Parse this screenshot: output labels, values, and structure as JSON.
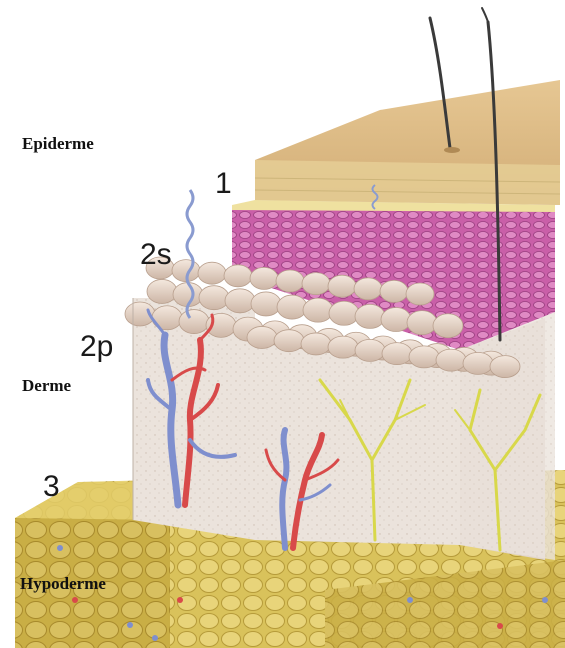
{
  "figure": {
    "subject": "skin-cross-section",
    "layers": {
      "epidermis": "Epiderme",
      "dermis": "Derme",
      "hypodermis": "Hypoderme"
    },
    "callouts": {
      "c1": "1",
      "c2s": "2s",
      "c2p": "2p",
      "c3": "3"
    },
    "colors": {
      "epidermis_top": "#d9b984",
      "stratum": "#c95fa8",
      "dermis": "#ebe3dc",
      "papillae": "#e8d8cc",
      "hypodermis": "#d9c25b",
      "artery": "#d84a4a",
      "vein": "#7f8fce",
      "nerve": "#d8d84a",
      "hair": "#3a3a3a"
    }
  }
}
